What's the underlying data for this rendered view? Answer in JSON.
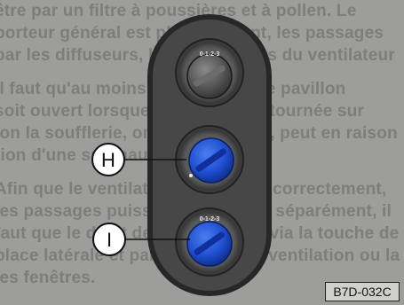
{
  "background_text": [
    "être par un filtre à poussières et à pollen. Le",
    "porteur général est plus puissant, les passages",
    "par les diffuseurs, les commandes du ventilateur",
    "Il faut qu'au moins un diffuseur de pavillon",
    "soit ouvert lorsque la commande tournée sur",
    "ion la soufflerie, on ouvre le débit, peut en raison",
    "tion d'une surchauffe,",
    "Afin que le ventilateur fonctionne correctement,",
    "les passages puissent être traités séparément, il",
    "faut que le débit de l'air extérieur via la touche de la",
    "place latérale et par la vitesse de ventilation ou la",
    "les fenêtres."
  ],
  "knobs": {
    "top": {
      "scale": "0-1-2-3"
    },
    "middle": {
      "callout": "H"
    },
    "bottom": {
      "callout": "I",
      "scale": "0-1-2-3"
    }
  },
  "caption": "B7D-032C",
  "colors": {
    "page": "#9d9d9b",
    "panel": "#3f3f3f",
    "knob_blue": "#1f4fd0",
    "callout_fill": "#ffffff"
  }
}
